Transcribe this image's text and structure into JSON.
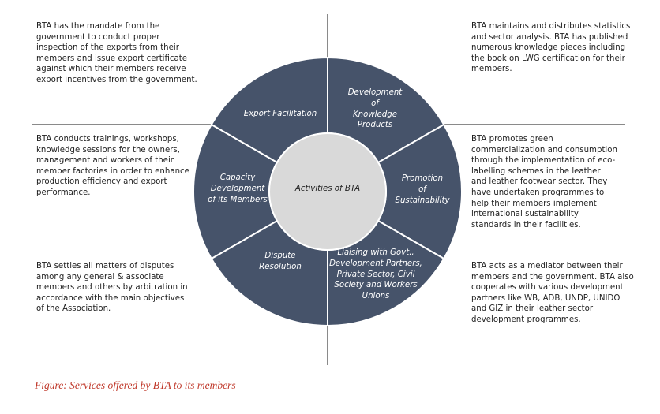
{
  "center": {
    "label": "Activities of BTA",
    "wheel_color": "#46536a",
    "hub_color": "#d9d9d9"
  },
  "segments": [
    {
      "label": "Export Facilitation"
    },
    {
      "label": "Development\nof\nKnowledge\nProducts"
    },
    {
      "label": "Promotion\nof\nSustainability"
    },
    {
      "label": "Liaising with Govt.,\nDevelopment Partners,\nPrivate Sector, Civil\nSociety and Workers\nUnions"
    },
    {
      "label": "Dispute\nResolution"
    },
    {
      "label": "Capacity\nDevelopment\nof its Members"
    }
  ],
  "descriptions": {
    "top_left": "BTA has the mandate from the government to conduct proper inspection of the exports from their members and issue export certificate against which their members receive export incentives from the government.",
    "top_right": "BTA maintains and distributes statistics and sector analysis. BTA has published numerous knowledge pieces including the book on LWG certification for their members.",
    "middle_left": "BTA conducts trainings, workshops, knowledge sessions for the owners, management and workers of their member factories in order to enhance production efficiency and export performance.",
    "middle_right": "BTA promotes green commercialization and consumption through the implementation of eco-labelling schemes in the leather and leather footwear sector. They have undertaken programmes to help their members implement international sustainability standards in their facilities.",
    "bottom_left": "BTA settles all matters of disputes among any general & associate members and others by arbitration in accordance with the main objectives of the Association.",
    "bottom_right": "BTA acts as a mediator between their members and the government. BTA also cooperates with various development partners like WB, ADB, UNDP, UNIDO and GIZ in their leather sector development programmes."
  },
  "caption": "Figure: Services offered by BTA to its members",
  "caption_color": "#c0392b"
}
